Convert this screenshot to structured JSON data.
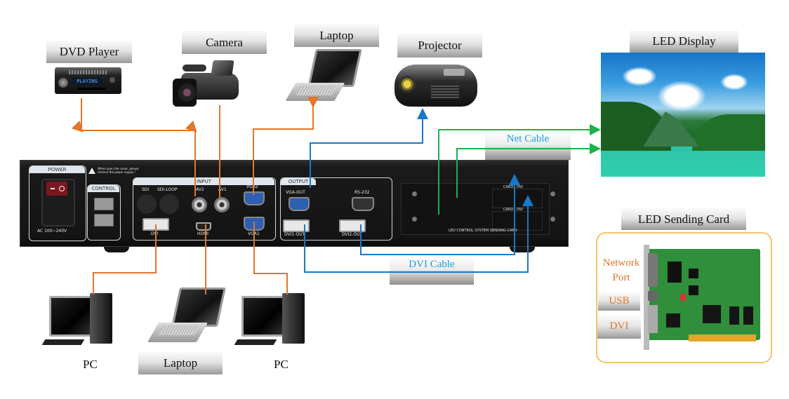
{
  "diagram": {
    "title": "LED Video Processor Connection Diagram",
    "sources": [
      {
        "id": "dvd",
        "label": "DVD Player",
        "display_text": "PLAYING"
      },
      {
        "id": "camera",
        "label": "Camera"
      },
      {
        "id": "laptop_top",
        "label": "Laptop"
      },
      {
        "id": "pc_left",
        "label": "PC"
      },
      {
        "id": "laptop_bottom",
        "label": "Laptop"
      },
      {
        "id": "pc_right",
        "label": "PC"
      }
    ],
    "outputs": [
      {
        "id": "projector",
        "label": "Projector"
      },
      {
        "id": "led_display",
        "label": "LED Display"
      },
      {
        "id": "sending_card",
        "label": "LED Sending Card"
      }
    ],
    "device": {
      "power_title": "POWER",
      "power_rating": "AC 100~240V",
      "warning_line1": "When open the cover, please",
      "warning_line2": "remove the power supply !",
      "control_title": "CONTROL",
      "input_title": "INPUT",
      "input_ports": [
        "SDI",
        "SDI-LOOP",
        "AV2",
        "AV1",
        "VGA2",
        "DVI",
        "HDMI",
        "VGA1"
      ],
      "output_title": "OUTPUT",
      "output_ports": [
        "VGA-OUT",
        "RS-232",
        "DVI1-OUT",
        "DVI2-OUT"
      ],
      "card_slots": [
        "CARD2-DVI",
        "CARD1-DVI"
      ],
      "card_bay_label": "LED CONTROL SYSTEM SENDING CARD"
    },
    "cables": {
      "net_cable_label": "Net Cable",
      "dvi_cable_label": "DVI Cable",
      "colors": {
        "input": "#e2762a",
        "video_out": "#1a78c8",
        "network": "#19b24b"
      }
    },
    "sending_card_ports": {
      "network_line1": "Network",
      "network_line2": "Port",
      "usb": "USB",
      "dvi": "DVI"
    },
    "connections": [
      {
        "from": "DVD Player",
        "to": "AV2",
        "color": "input"
      },
      {
        "from": "Camera",
        "to": "AV1",
        "color": "input"
      },
      {
        "from": "Laptop",
        "to": "VGA2",
        "color": "input"
      },
      {
        "from": "PC",
        "to": "DVI",
        "color": "input"
      },
      {
        "from": "Laptop",
        "to": "HDMI",
        "color": "input"
      },
      {
        "from": "PC",
        "to": "VGA1",
        "color": "input"
      },
      {
        "from": "VGA-OUT",
        "to": "Projector",
        "color": "video_out"
      },
      {
        "from": "DVI1-OUT",
        "to": "CARD1-DVI",
        "color": "video_out"
      },
      {
        "from": "DVI2-OUT",
        "to": "CARD2-DVI",
        "color": "video_out"
      },
      {
        "from": "Sending Card",
        "to": "LED Display",
        "color": "network"
      }
    ]
  }
}
